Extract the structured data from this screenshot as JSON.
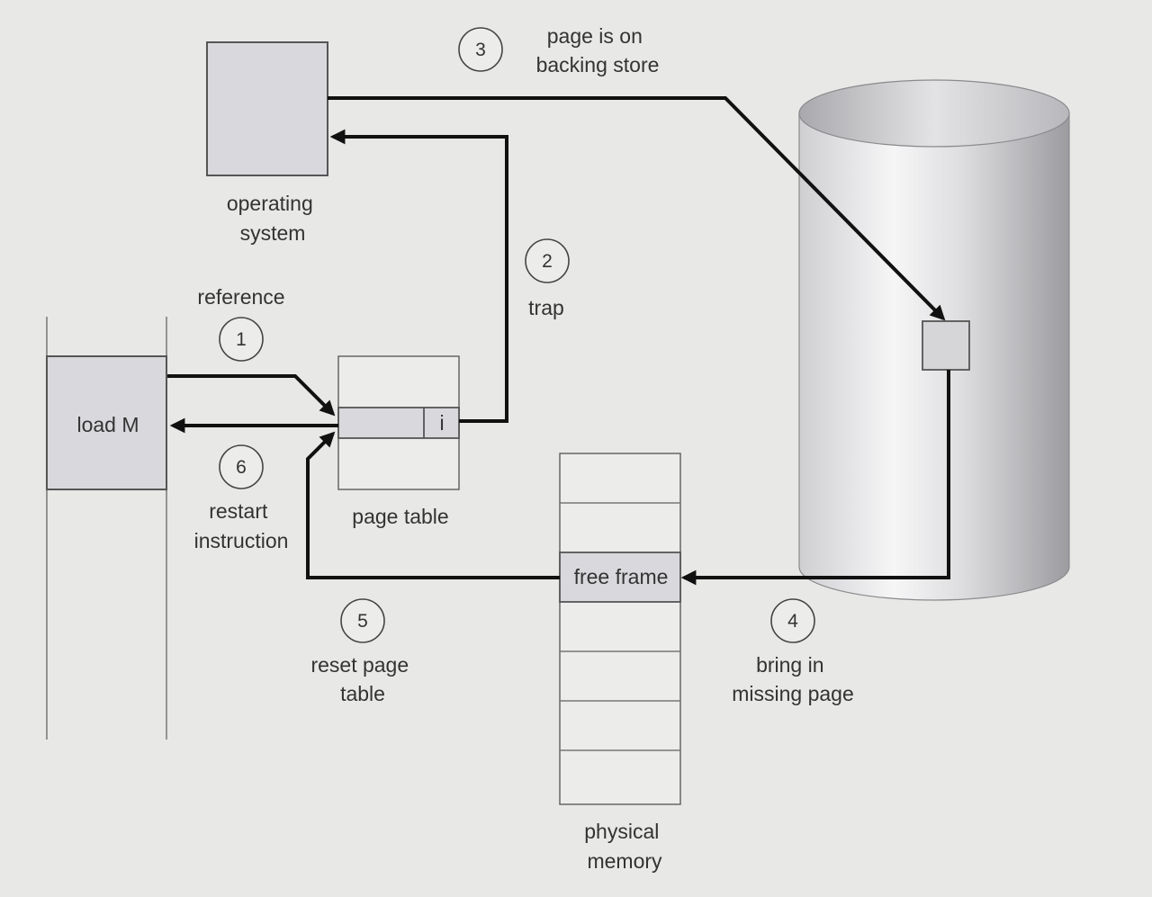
{
  "labels": {
    "operating_system": [
      "operating",
      "system"
    ],
    "load_instruction": "load M",
    "page_table": "page table",
    "valid_bit": "i",
    "free_frame": "free frame",
    "physical_memory": [
      "physical",
      "memory"
    ],
    "backing_store_note": [
      "page is on",
      "backing store"
    ]
  },
  "steps": [
    {
      "number": "1",
      "label": [
        "reference"
      ]
    },
    {
      "number": "2",
      "label": [
        "trap"
      ]
    },
    {
      "number": "3",
      "label": []
    },
    {
      "number": "4",
      "label": [
        "bring in",
        "missing page"
      ]
    },
    {
      "number": "5",
      "label": [
        "reset page",
        "table"
      ]
    },
    {
      "number": "6",
      "label": [
        "restart",
        "instruction"
      ]
    }
  ],
  "colors": {
    "background": "#e8e8e6",
    "box_fill": "#d9d8dc",
    "arrow": "#111111"
  }
}
